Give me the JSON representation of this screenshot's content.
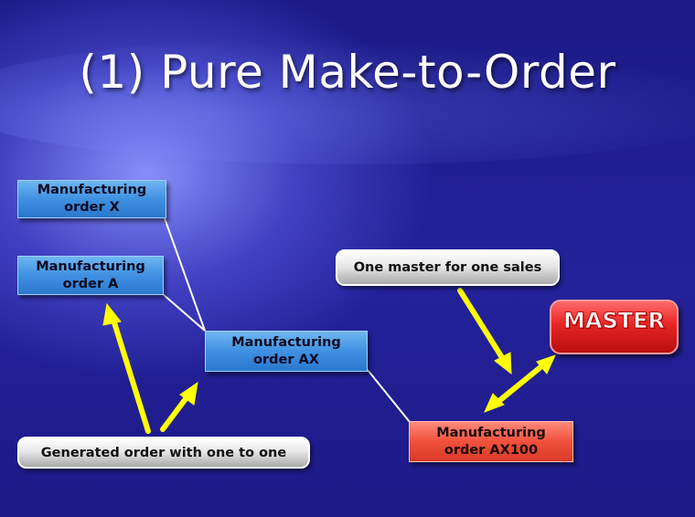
{
  "slide": {
    "title": "(1) Pure Make-to-Order"
  },
  "nodes": {
    "mo_x": {
      "line1": "Manufacturing",
      "line2": "order X"
    },
    "mo_a": {
      "line1": "Manufacturing",
      "line2": "order A"
    },
    "mo_ax": {
      "line1": "Manufacturing",
      "line2": "order AX"
    },
    "mo_ax100": {
      "line1": "Manufacturing",
      "line2": "order AX100"
    },
    "master": {
      "label": "MASTER"
    }
  },
  "callouts": {
    "generated": "Generated order with one to one",
    "one_master": "One master for one sales"
  },
  "colors": {
    "arrow": "#ffff00",
    "connector": "#ffffff"
  }
}
